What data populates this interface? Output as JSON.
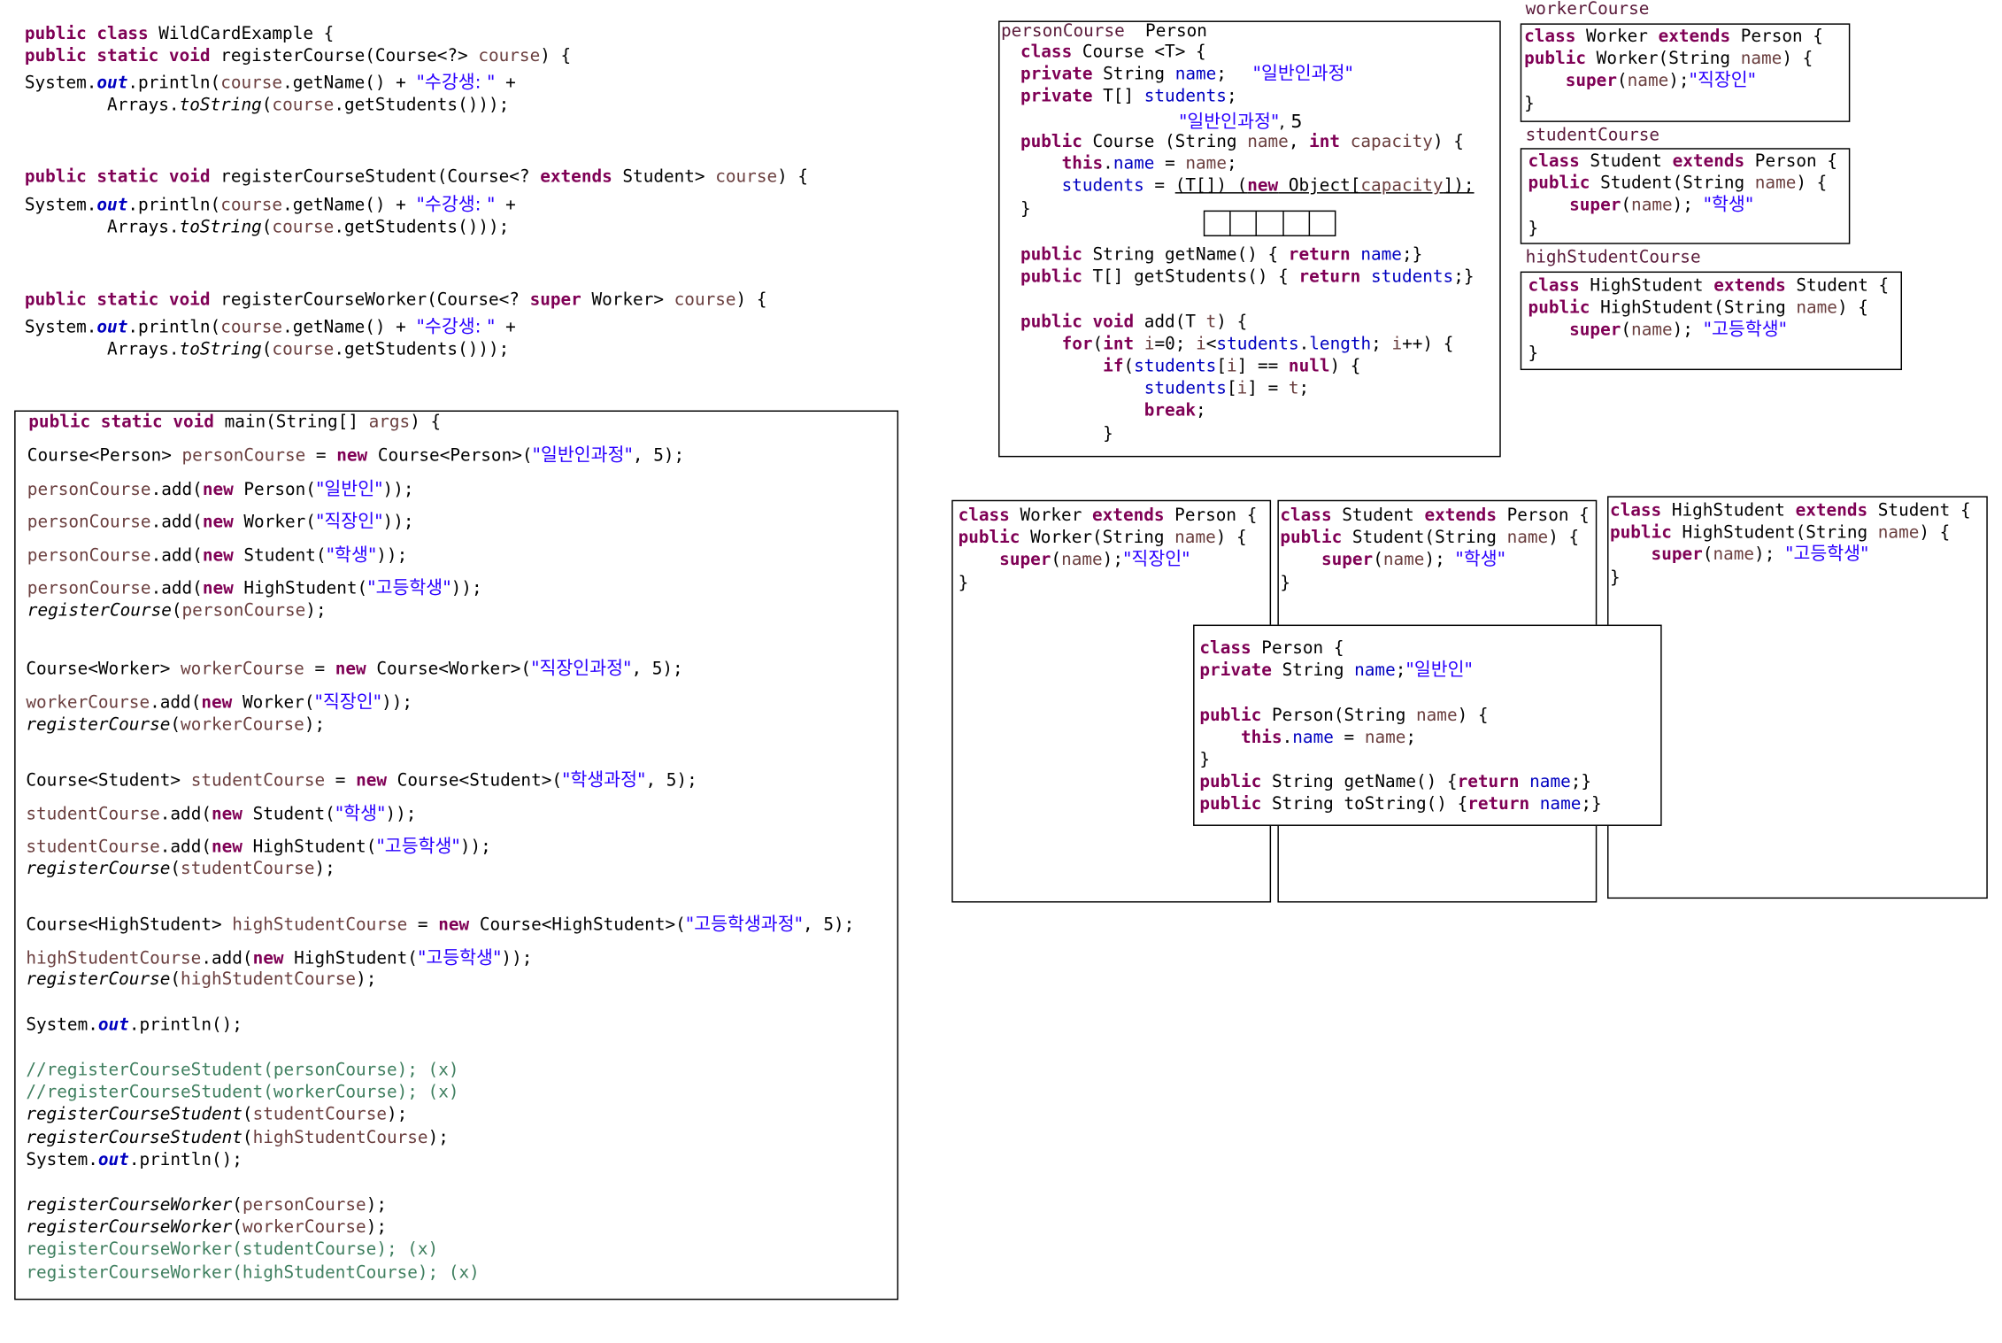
{
  "left_code": {
    "register_course": [
      "public static void registerCourse(Course<?> course) {",
      "System.out.println(course.getName() + \"수강생: \" +",
      "        Arrays.toString(course.getStudents()));"
    ],
    "register_course_student": [
      "public static void registerCourseStudent(Course<? extends Student> course) {",
      "System.out.println(course.getName() + \"수강생: \" +",
      "        Arrays.toString(course.getStudents()));"
    ],
    "register_course_worker": [
      "public static void registerCourseWorker(Course<? super Worker> course) {",
      "System.out.println(course.getName() + \"수강생: \" +",
      "        Arrays.toString(course.getStudents()));"
    ]
  },
  "main_box": {
    "lines": [
      "public static void main(String[] args) {",
      "Course<Person> personCourse = new Course<Person>(\"일반인과정\", 5);",
      "personCourse.add(new Person(\"일반인\"));",
      "personCourse.add(new Worker(\"직장인\"));",
      "personCourse.add(new Student(\"학생\"));",
      "personCourse.add(new HighStudent(\"고등학생\"));",
      "registerCourse(personCourse);",
      "Course<Worker> workerCourse = new Course<Worker>(\"직장인과정\", 5);",
      "workerCourse.add(new Worker(\"직장인\"));",
      "registerCourse(workerCourse);",
      "Course<Student> studentCourse = new Course<Student>(\"학생과정\", 5);",
      "studentCourse.add(new Student(\"학생\"));",
      "studentCourse.add(new HighStudent(\"고등학생\"));",
      "registerCourse(studentCourse);",
      "Course<HighStudent> highStudentCourse = new Course<HighStudent>(\"고등학생과정\", 5);",
      "highStudentCourse.add(new HighStudent(\"고등학생\"));",
      "registerCourse(highStudentCourse);",
      "System.out.println();",
      "//registerCourseStudent(personCourse); (x)",
      "//registerCourseStudent(workerCourse); (x)",
      "registerCourseStudent(studentCourse);",
      "registerCourseStudent(highStudentCourse);",
      "System.out.println();",
      "registerCourseWorker(personCourse);",
      "registerCourseWorker(workerCourse);",
      "registerCourseWorker(studentCourse); (x)",
      "registerCourseWorker(highStudentCourse); (x)"
    ]
  },
  "person_course_box": {
    "label": "personCourse",
    "type_name": "Person",
    "lines": [
      "class Course <T> {",
      "private String name;",
      "\"일반인과정\"",
      "private T[] students;",
      "\"일반인과정\", 5",
      "public Course (String name, int capacity) {",
      "this.name = name;",
      "students = (T[]) (new Object[capacity]);",
      "}",
      "public String getName() { return name;}",
      "public T[] getStudents() { return students;}",
      "public void add(T t) {",
      "for(int i=0; i<students.length; i++) {",
      "if(students[i] == null) {",
      "students[i] = t;",
      "break;",
      "}"
    ]
  },
  "worker_course_box": {
    "label": "workerCourse",
    "lines": [
      "class Worker extends Person {",
      "public Worker(String name) {",
      "super(name);",
      "\"직장인\"",
      "}"
    ]
  },
  "student_course_box": {
    "label": "studentCourse",
    "lines": [
      "class Student extends Person {",
      "public Student(String name) {",
      "super(name);",
      "\"학생\"",
      "}"
    ]
  },
  "high_student_course_box": {
    "label": "highStudentCourse",
    "lines": [
      "class HighStudent extends Student {",
      "public HighStudent(String name) {",
      "super(name);",
      "\"고등학생\"",
      "}"
    ]
  },
  "bottom_worker_box": {
    "lines": [
      "class Worker extends Person {",
      "public Worker(String name) {",
      "super(name);",
      "\"직장인\"",
      "}"
    ]
  },
  "bottom_student_box": {
    "lines": [
      "class Student extends Person {",
      "public Student(String name) {",
      "super(name);",
      "\"학생\"",
      "}"
    ]
  },
  "bottom_high_student_box": {
    "lines": [
      "class HighStudent extends Student {",
      "public HighStudent(String name) {",
      "super(name);",
      "\"고등학생\"",
      "}"
    ]
  },
  "person_box": {
    "lines": [
      "class Person {",
      "private String name;",
      "\"일반인\"",
      "public Person(String name) {",
      "this.name = name;",
      "}",
      "public String getName() {return name;}",
      "public String toString() {return name;}"
    ]
  }
}
